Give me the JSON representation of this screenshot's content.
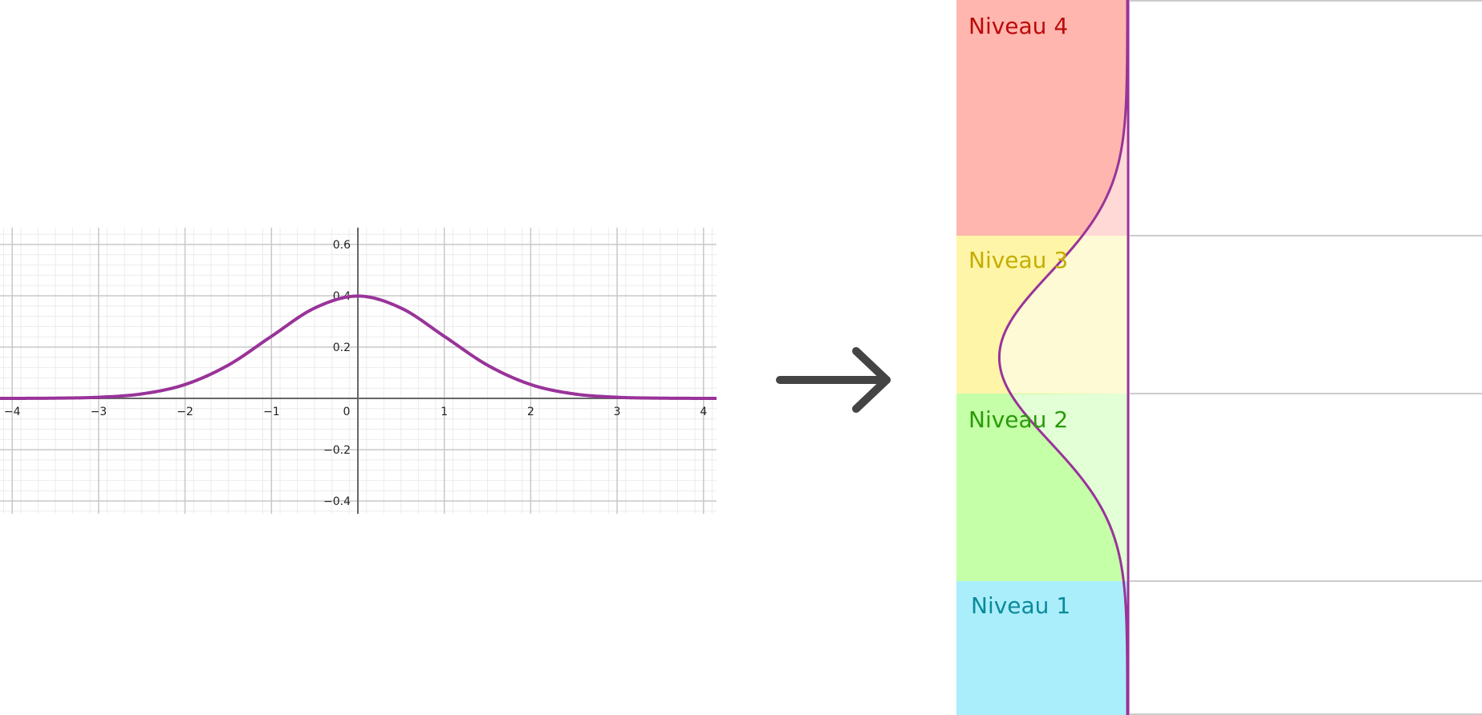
{
  "chart_data": {
    "type": "line",
    "title": "",
    "xlabel": "",
    "ylabel": "",
    "xlim": [
      -4.1,
      4.2
    ],
    "ylim": [
      -0.45,
      0.65
    ],
    "grid": true,
    "x_ticks": [
      "−4",
      "−3",
      "−2",
      "−1",
      "0",
      "1",
      "2",
      "3",
      "4"
    ],
    "y_ticks": [
      {
        "value": 0.6,
        "label": "0.6"
      },
      {
        "value": 0.4,
        "label": "0.4"
      },
      {
        "value": 0.2,
        "label": "0.2"
      },
      {
        "value": -0.2,
        "label": "−0.2"
      },
      {
        "value": -0.4,
        "label": "−0.4"
      }
    ],
    "series": [
      {
        "x": [
          -4.0,
          -3.5,
          -3.0,
          -2.5,
          -2.0,
          -1.5,
          -1.0,
          -0.5,
          0.0,
          0.5,
          1.0,
          1.5,
          2.0,
          2.5,
          3.0,
          3.5,
          4.0
        ],
        "values": [
          0.0001,
          0.0009,
          0.0044,
          0.0175,
          0.054,
          0.1295,
          0.242,
          0.3521,
          0.3989,
          0.3521,
          0.242,
          0.1295,
          0.054,
          0.0175,
          0.0044,
          0.0009,
          0.0001
        ],
        "color": "#993399"
      }
    ]
  },
  "arrow": {
    "icon": "right-arrow-icon",
    "color": "#444444"
  },
  "levels": [
    {
      "label": "Niveau 4",
      "color": "#ffb6ae",
      "faint": "#ffd9d6",
      "text_color": "#bb0a0a"
    },
    {
      "label": "Niveau 3",
      "color": "#fff5a8",
      "faint": "#fffad6",
      "text_color": "#c4ad00"
    },
    {
      "label": "Niveau 2",
      "color": "#c5ffa8",
      "faint": "#e2ffd6",
      "text_color": "#2a9a0a"
    },
    {
      "label": "Niveau 1",
      "color": "#aaeefc",
      "faint": "#aaeefc",
      "text_color": "#0a8a9a"
    }
  ],
  "curve_color": "#993399"
}
